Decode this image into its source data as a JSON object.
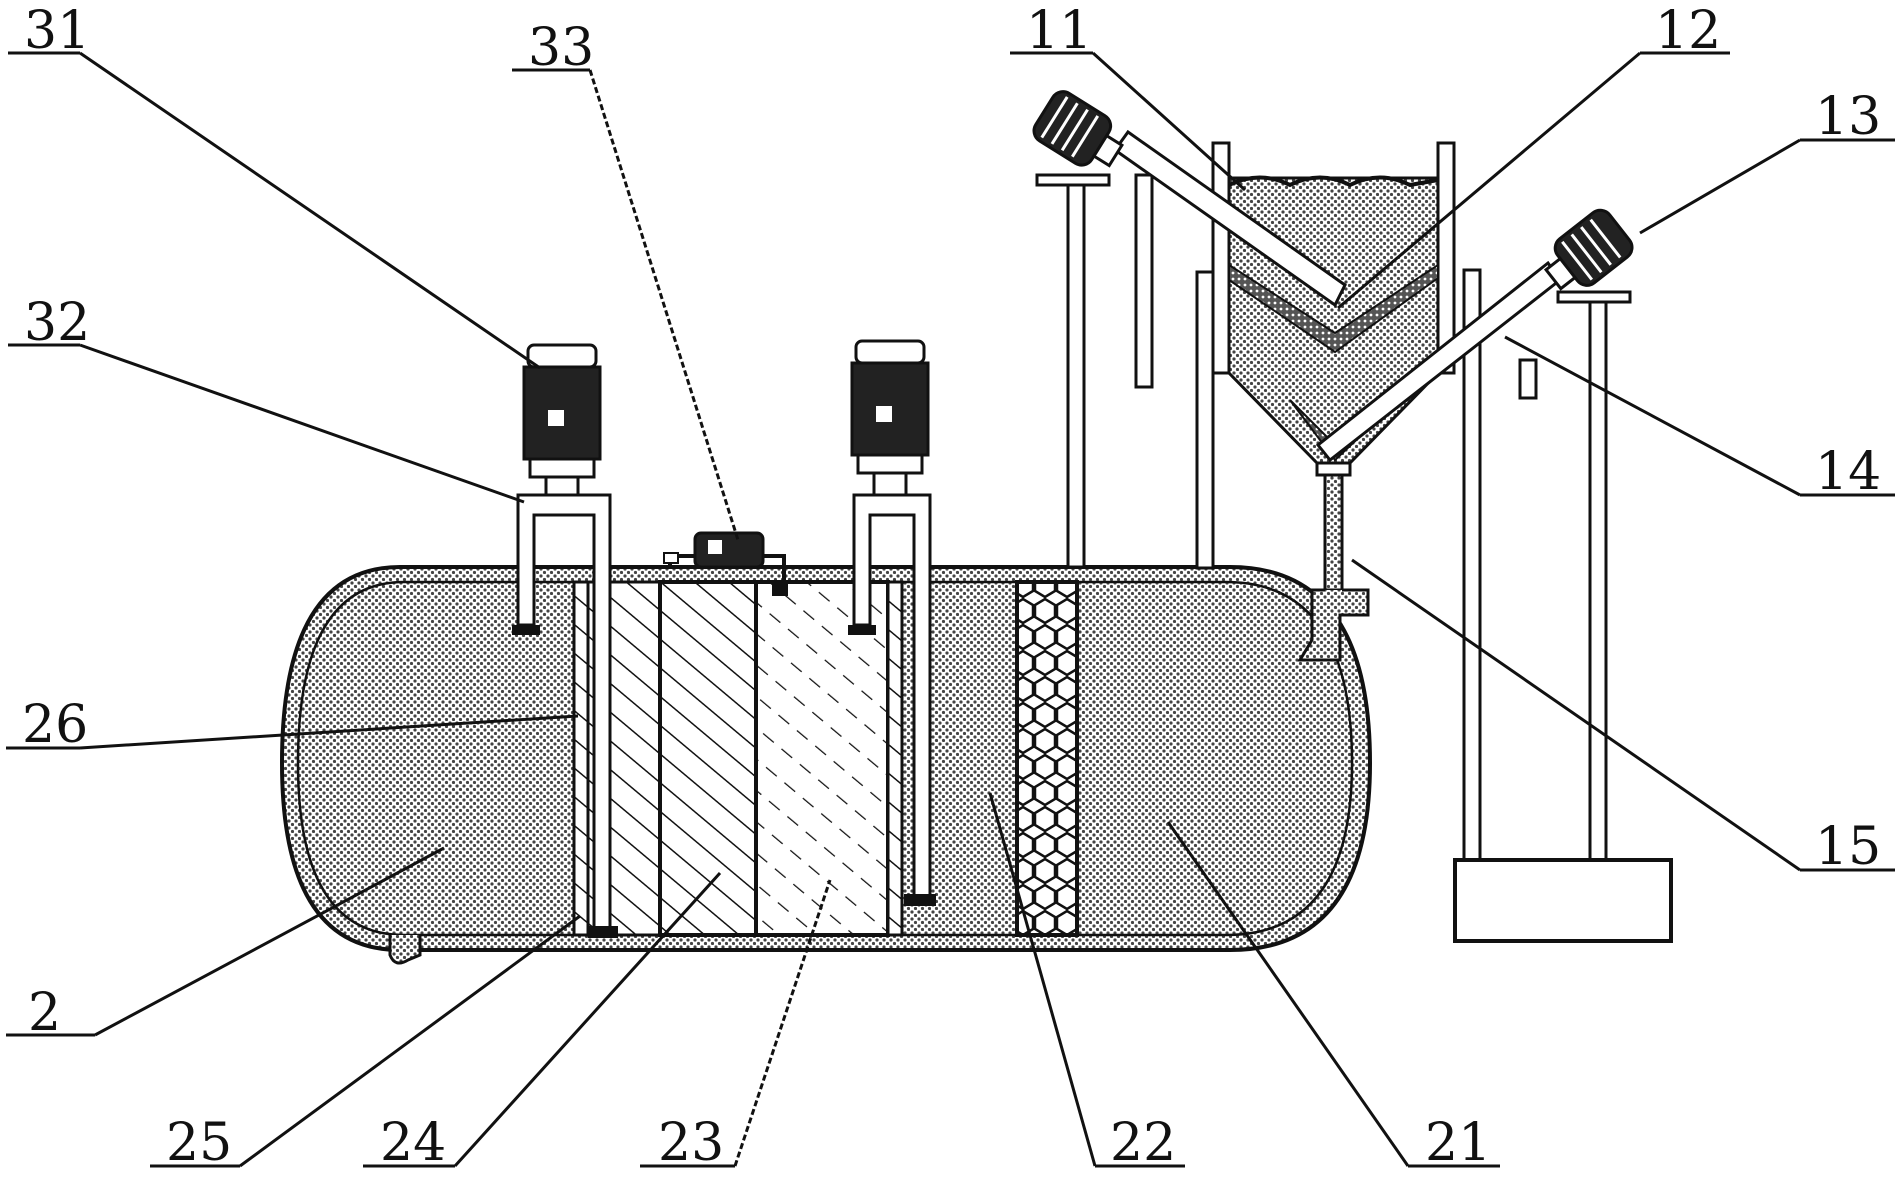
{
  "figure": {
    "colors": {
      "line": "#111111",
      "fill_dotted": "#bfbfbf",
      "background": "#ffffff"
    },
    "labels": {
      "l31": "31",
      "l32": "32",
      "l33": "33",
      "l26": "26",
      "l2": "2",
      "l25": "25",
      "l24": "24",
      "l23": "23",
      "l22": "22",
      "l21": "21",
      "l11": "11",
      "l12": "12",
      "l13": "13",
      "l14": "14",
      "l15": "15"
    }
  }
}
